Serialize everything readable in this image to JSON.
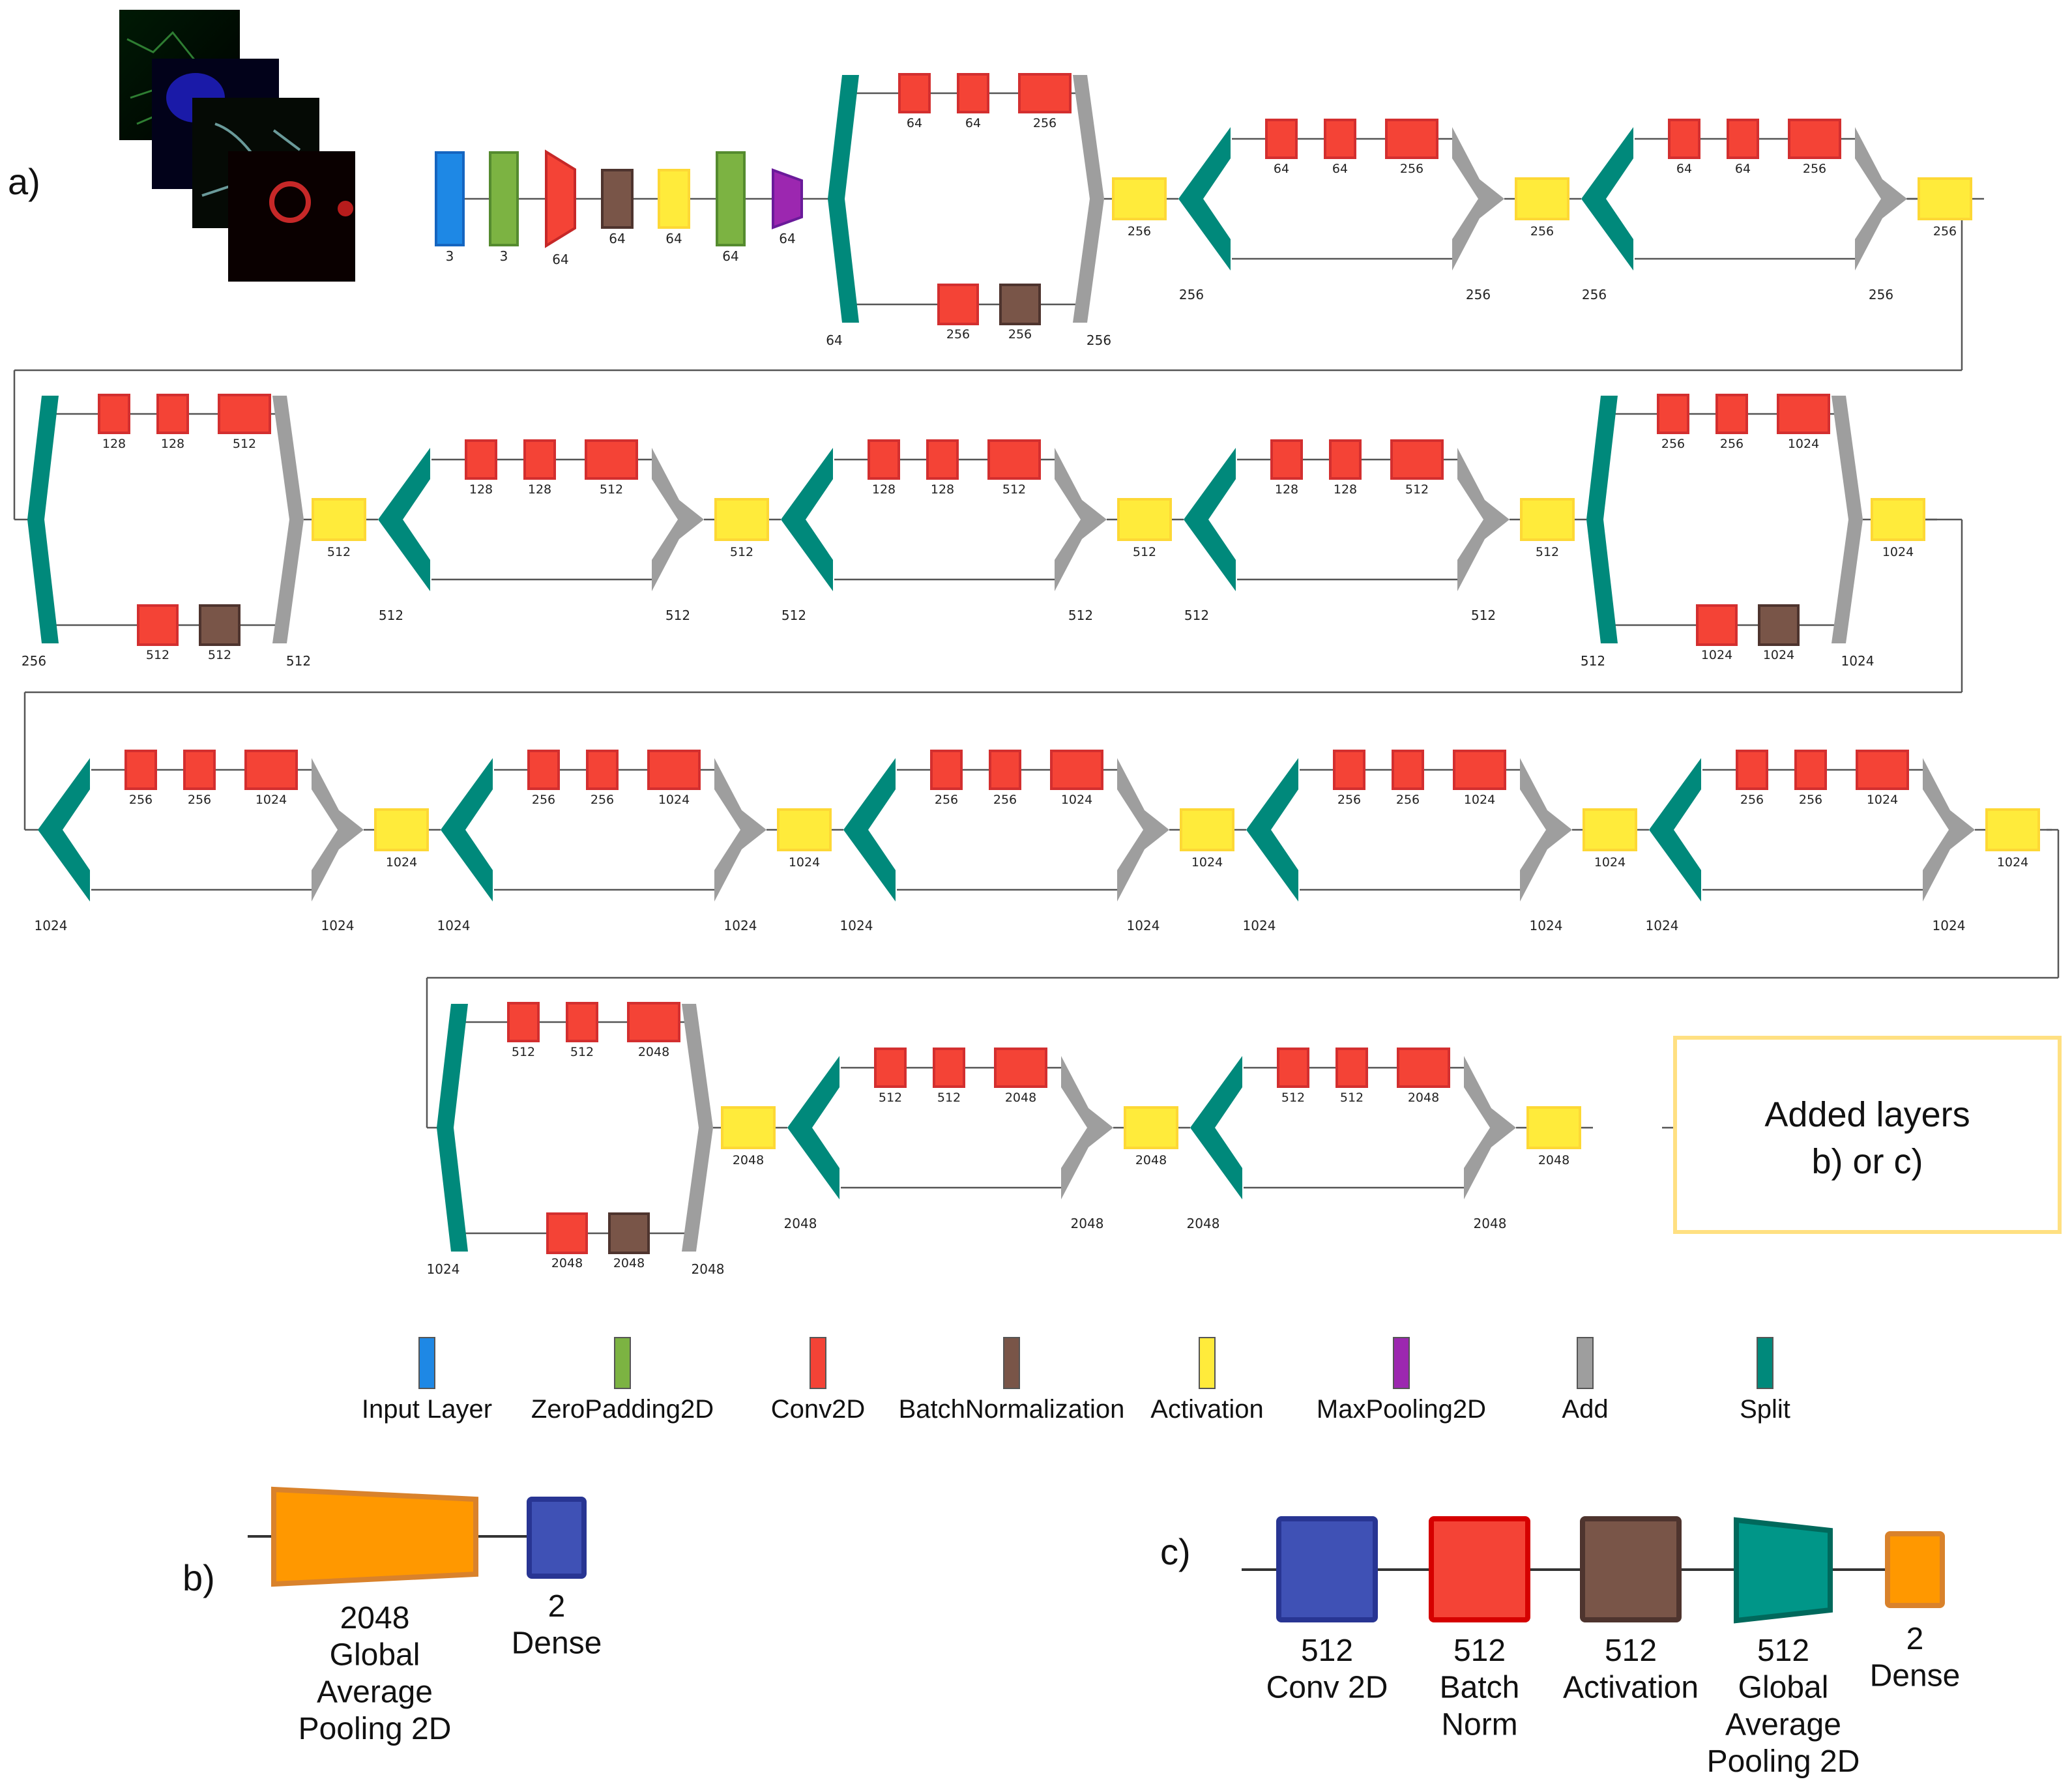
{
  "panel_labels": {
    "a": "a)",
    "b": "b)",
    "c": "c)"
  },
  "legend": [
    {
      "label": "Input Layer",
      "color": "#1e88e5",
      "icon": "input-layer-swatch"
    },
    {
      "label": "ZeroPadding2D",
      "color": "#7cb342",
      "icon": "zeropadding-swatch"
    },
    {
      "label": "Conv2D",
      "color": "#f44336",
      "icon": "conv2d-swatch"
    },
    {
      "label": "BatchNormalization",
      "color": "#795548",
      "icon": "batchnorm-swatch"
    },
    {
      "label": "Activation",
      "color": "#ffeb3b",
      "icon": "activation-swatch"
    },
    {
      "label": "MaxPooling2D",
      "color": "#9c27b0",
      "icon": "maxpooling-swatch"
    },
    {
      "label": "Add",
      "color": "#9e9e9e",
      "icon": "add-swatch"
    },
    {
      "label": "Split",
      "color": "#00897b",
      "icon": "split-swatch"
    }
  ],
  "stem": {
    "nodes": [
      {
        "type": "input",
        "label": "3"
      },
      {
        "type": "zeropad",
        "label": "3"
      },
      {
        "type": "conv",
        "label": "64"
      },
      {
        "type": "bn",
        "label": "64"
      },
      {
        "type": "act",
        "label": "64"
      },
      {
        "type": "zeropad",
        "label": "64"
      },
      {
        "type": "maxpool",
        "label": "64"
      }
    ]
  },
  "rows": [
    {
      "blocks": [
        {
          "proj": true,
          "split": "64",
          "top": [
            "64",
            "64",
            "256"
          ],
          "bottom": [
            "256",
            "256"
          ],
          "add": "256",
          "act": "256"
        },
        {
          "proj": false,
          "split": "256",
          "top": [
            "64",
            "64",
            "256"
          ],
          "add": "256",
          "act": "256"
        },
        {
          "proj": false,
          "split": "256",
          "top": [
            "64",
            "64",
            "256"
          ],
          "add": "256",
          "act": "256"
        }
      ]
    },
    {
      "blocks": [
        {
          "proj": true,
          "split": "256",
          "top": [
            "128",
            "128",
            "512"
          ],
          "bottom": [
            "512",
            "512"
          ],
          "add": "512",
          "act": "512"
        },
        {
          "proj": false,
          "split": "512",
          "top": [
            "128",
            "128",
            "512"
          ],
          "add": "512",
          "act": "512"
        },
        {
          "proj": false,
          "split": "512",
          "top": [
            "128",
            "128",
            "512"
          ],
          "add": "512",
          "act": "512"
        },
        {
          "proj": false,
          "split": "512",
          "top": [
            "128",
            "128",
            "512"
          ],
          "add": "512",
          "act": "512"
        },
        {
          "proj": true,
          "split": "512",
          "top": [
            "256",
            "256",
            "1024"
          ],
          "bottom": [
            "1024",
            "1024"
          ],
          "add": "1024",
          "act": "1024"
        }
      ]
    },
    {
      "blocks": [
        {
          "proj": false,
          "split": "1024",
          "top": [
            "256",
            "256",
            "1024"
          ],
          "add": "1024",
          "act": "1024"
        },
        {
          "proj": false,
          "split": "1024",
          "top": [
            "256",
            "256",
            "1024"
          ],
          "add": "1024",
          "act": "1024"
        },
        {
          "proj": false,
          "split": "1024",
          "top": [
            "256",
            "256",
            "1024"
          ],
          "add": "1024",
          "act": "1024"
        },
        {
          "proj": false,
          "split": "1024",
          "top": [
            "256",
            "256",
            "1024"
          ],
          "add": "1024",
          "act": "1024"
        },
        {
          "proj": false,
          "split": "1024",
          "top": [
            "256",
            "256",
            "1024"
          ],
          "add": "1024",
          "act": "1024"
        }
      ]
    },
    {
      "blocks": [
        {
          "proj": true,
          "split": "1024",
          "top": [
            "512",
            "512",
            "2048"
          ],
          "bottom": [
            "2048",
            "2048"
          ],
          "add": "2048",
          "act": "2048"
        },
        {
          "proj": false,
          "split": "2048",
          "top": [
            "512",
            "512",
            "2048"
          ],
          "add": "2048",
          "act": "2048"
        },
        {
          "proj": false,
          "split": "2048",
          "top": [
            "512",
            "512",
            "2048"
          ],
          "add": "2048",
          "act": "2048"
        }
      ]
    }
  ],
  "added_layers_box": {
    "line1": "Added layers",
    "line2": "b) or c)",
    "border_color": "#ffe082"
  },
  "panel_b": [
    {
      "type": "gap",
      "color": "#ff9800",
      "lines": [
        "2048",
        "Global",
        "Average",
        "Pooling 2D"
      ]
    },
    {
      "type": "dense",
      "color": "#3f51b5",
      "lines": [
        "2",
        "Dense"
      ]
    }
  ],
  "panel_c": [
    {
      "type": "conv",
      "color": "#3f51b5",
      "lines": [
        "512",
        "Conv 2D"
      ]
    },
    {
      "type": "bn",
      "color": "#f44336",
      "lines": [
        "512",
        "Batch",
        "Norm"
      ]
    },
    {
      "type": "act",
      "color": "#795548",
      "lines": [
        "512",
        "Activation"
      ]
    },
    {
      "type": "gap",
      "color": "#009688",
      "lines": [
        "512",
        "Global",
        "Average",
        "Pooling 2D"
      ]
    },
    {
      "type": "dense",
      "color": "#ff9800",
      "lines": [
        "2",
        "Dense"
      ]
    }
  ],
  "colors": {
    "input": "#1e88e5",
    "zeropad": "#7cb342",
    "conv": "#f44336",
    "bn": "#795548",
    "act": "#ffeb3b",
    "maxpool": "#9c27b0",
    "add": "#9e9e9e",
    "split": "#00897b"
  }
}
